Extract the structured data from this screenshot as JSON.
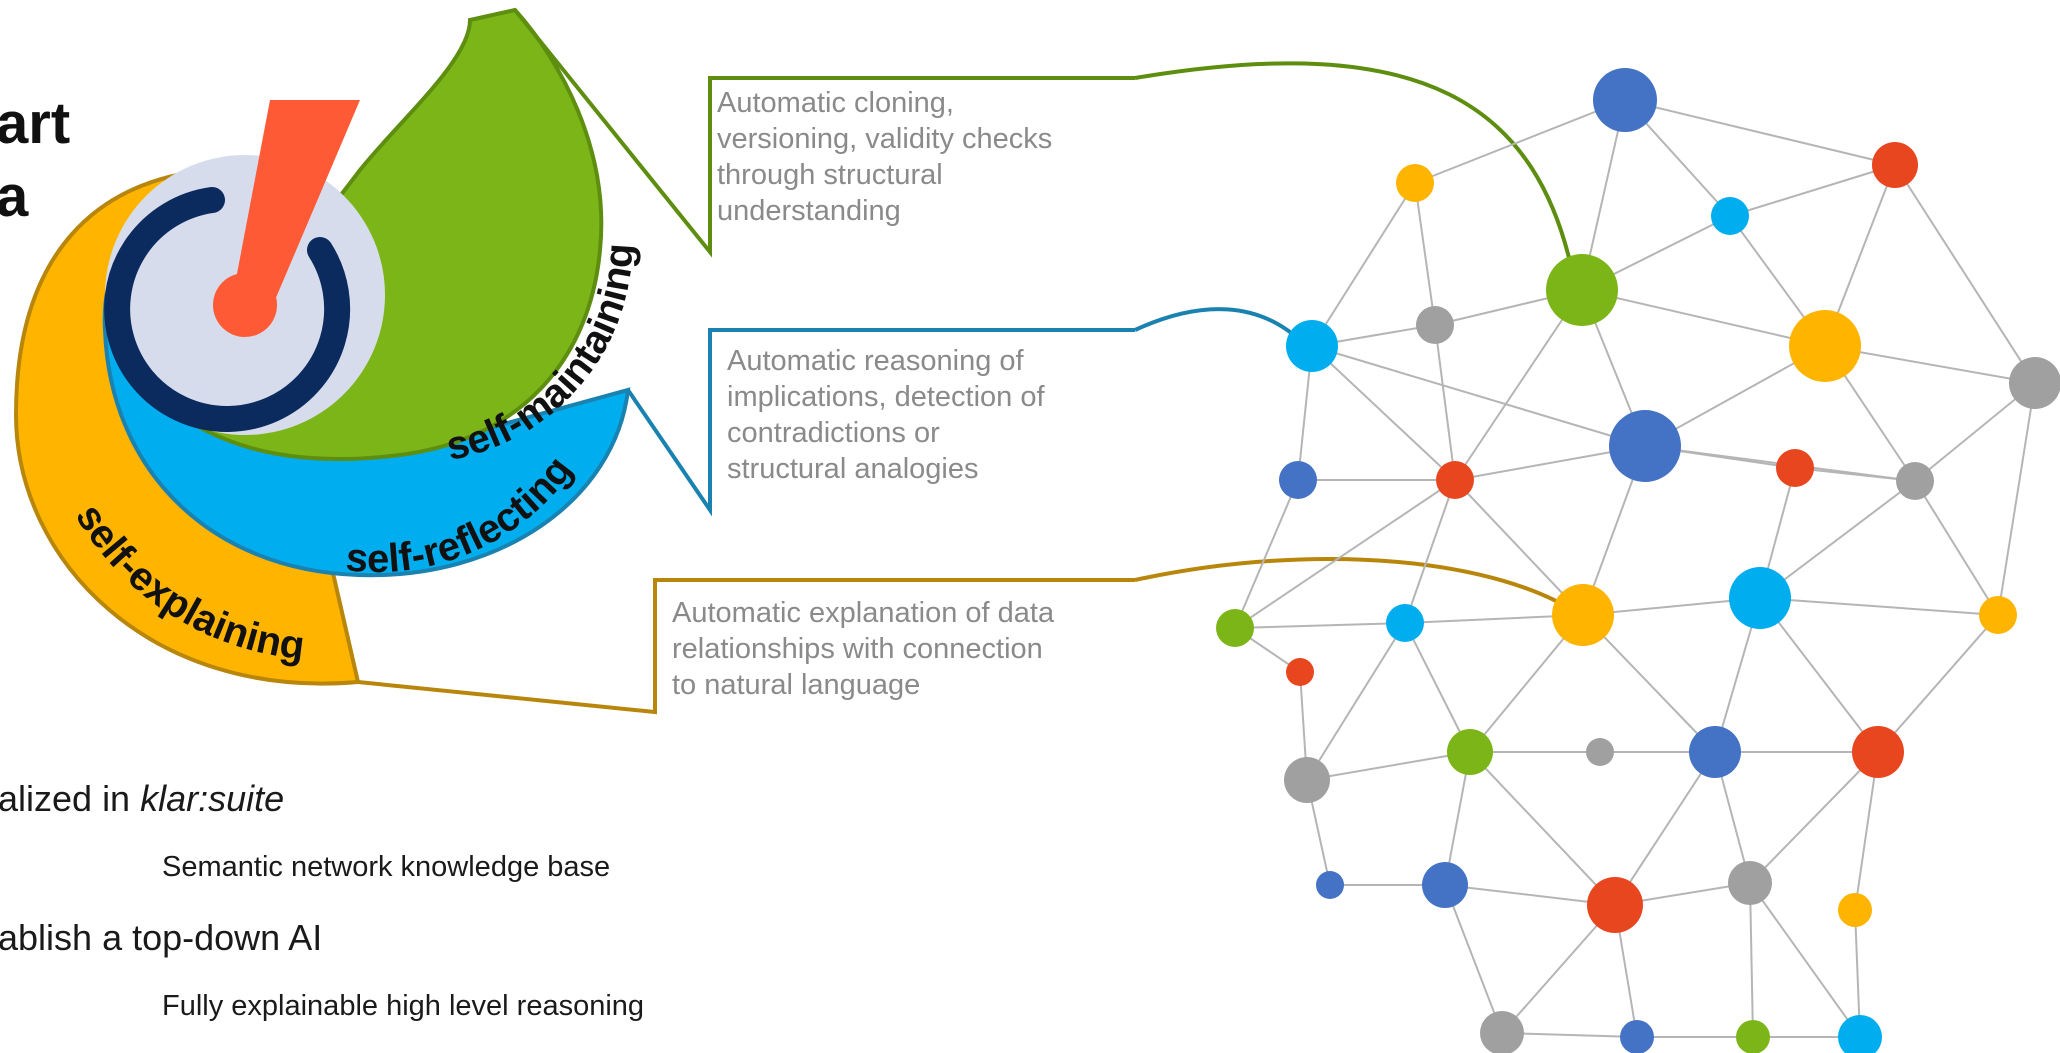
{
  "title": {
    "line1": "art",
    "line2": "a"
  },
  "segments": {
    "maintaining": "self-maintaining",
    "reflecting": "self-reflecting",
    "explaining": "self-explaining"
  },
  "callouts": {
    "maintaining": "Automatic cloning,\nversioning, validity checks\nthrough structural\nunderstanding",
    "reflecting": "Automatic reasoning of\nimplications, detection of\ncontradictions or\nstructural analogies",
    "explaining": "Automatic explanation of data\nrelationships with connection\nto natural language"
  },
  "bullets": {
    "realized_prefix": "alized in ",
    "realized_product": "klar:suite",
    "realized_sub": "Semantic network knowledge base",
    "establish": "ablish a top-down AI",
    "establish_sub": "Fully explainable high level reasoning"
  },
  "colors": {
    "green": "#7cb518",
    "blue": "#00aeef",
    "orange": "#ffb400",
    "red": "#e8461f",
    "darkblue": "#4472c4",
    "gray": "#a0a0a0",
    "navy": "#0b2a5e",
    "exclamation": "#ff5a36",
    "green_line": "#5e8e10",
    "blue_line": "#1a82b0",
    "gold_line": "#b8860b"
  },
  "network": {
    "nodes": [
      {
        "id": "n1",
        "color": "darkblue"
      },
      {
        "id": "n2",
        "color": "orange"
      },
      {
        "id": "n3",
        "color": "red"
      },
      {
        "id": "n4",
        "color": "blue"
      },
      {
        "id": "n5",
        "color": "green"
      },
      {
        "id": "n6",
        "color": "gray"
      },
      {
        "id": "n7",
        "color": "blue"
      },
      {
        "id": "n8",
        "color": "orange"
      },
      {
        "id": "n9",
        "color": "gray"
      },
      {
        "id": "n10",
        "color": "darkblue"
      },
      {
        "id": "n11",
        "color": "darkblue"
      },
      {
        "id": "n12",
        "color": "red"
      },
      {
        "id": "n13",
        "color": "red"
      },
      {
        "id": "n14",
        "color": "gray"
      },
      {
        "id": "n15",
        "color": "green"
      },
      {
        "id": "n16",
        "color": "blue"
      },
      {
        "id": "n17",
        "color": "orange"
      },
      {
        "id": "n18",
        "color": "blue"
      },
      {
        "id": "n19",
        "color": "orange"
      },
      {
        "id": "n20",
        "color": "red"
      },
      {
        "id": "n21",
        "color": "gray"
      },
      {
        "id": "n22",
        "color": "green"
      },
      {
        "id": "n23",
        "color": "gray"
      },
      {
        "id": "n24",
        "color": "darkblue"
      },
      {
        "id": "n25",
        "color": "red"
      },
      {
        "id": "n26",
        "color": "darkblue"
      },
      {
        "id": "n27",
        "color": "darkblue"
      },
      {
        "id": "n28",
        "color": "red"
      },
      {
        "id": "n29",
        "color": "gray"
      },
      {
        "id": "n30",
        "color": "orange"
      },
      {
        "id": "n31",
        "color": "gray"
      },
      {
        "id": "n32",
        "color": "darkblue"
      },
      {
        "id": "n33",
        "color": "green"
      },
      {
        "id": "n34",
        "color": "blue"
      }
    ]
  }
}
